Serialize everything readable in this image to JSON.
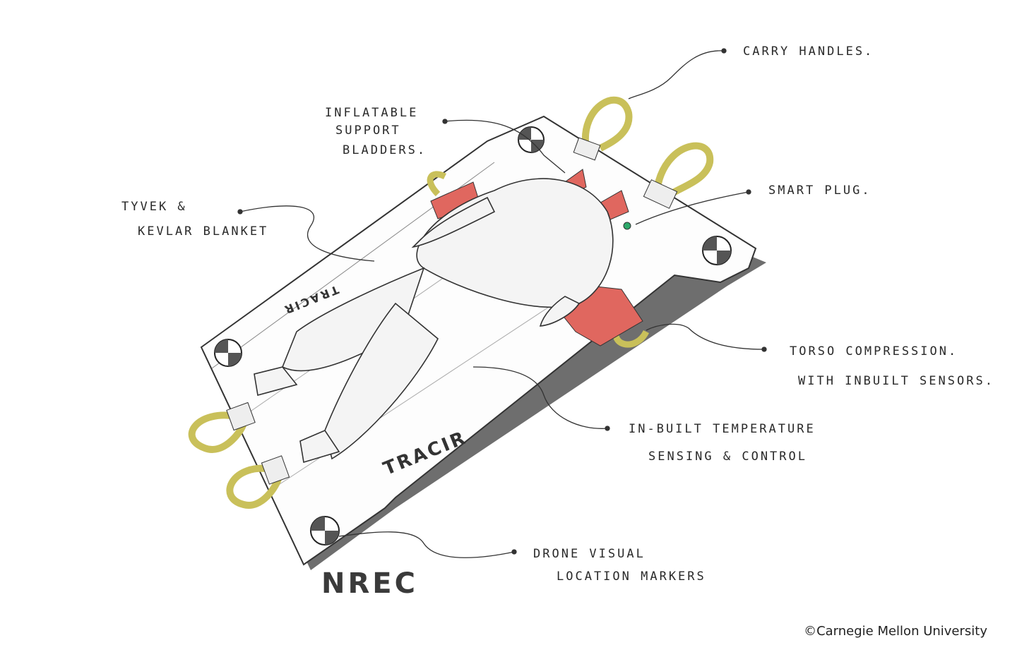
{
  "labels": {
    "carry_handles": "CARRY HANDLES.",
    "inflatable_1": "INFLATABLE",
    "inflatable_2": "SUPPORT",
    "inflatable_3": "BLADDERS.",
    "tyvek_1": "TYVEK &",
    "tyvek_2": "KEVLAR BLANKET",
    "smart_plug": "SMART PLUG.",
    "torso_1": "TORSO COMPRESSION.",
    "torso_2": "WITH INBUILT SENSORS.",
    "temp_1": "IN-BUILT TEMPERATURE",
    "temp_2": "SENSING & CONTROL",
    "drone_1": "DRONE VISUAL",
    "drone_2": "LOCATION MARKERS"
  },
  "mat_text": {
    "tracir_top": "TRACIR",
    "tracir_side": "TRACIR"
  },
  "logo": "NREC",
  "copyright": "©Carnegie Mellon University",
  "colors": {
    "ink": "#2a2a2a",
    "strap": "#c9c05a",
    "red_pad": "#e0675f",
    "shadow": "#4a4a4a"
  }
}
